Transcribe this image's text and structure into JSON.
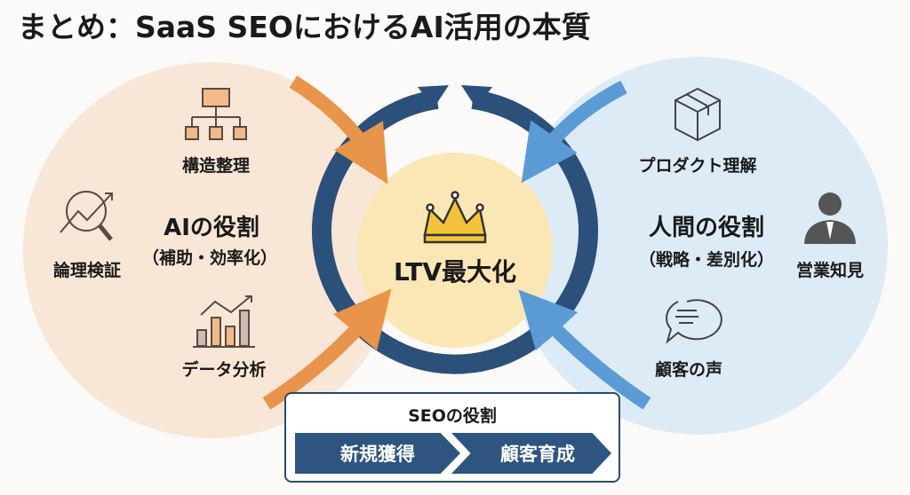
{
  "title": "まとめ：SaaS SEOにおけるAI活用の本質",
  "colors": {
    "ai_bg": "#f7e3d2",
    "human_bg": "#d9e9f5",
    "ring": "#2b5079",
    "orange": "#e8944a",
    "blue": "#5b9bd5",
    "center": "#fbe7b5"
  },
  "ai": {
    "role": "AIの役割",
    "sub": "（補助・効率化）",
    "items": [
      {
        "label": "構造整理",
        "icon": "hierarchy-icon"
      },
      {
        "label": "論理検証",
        "icon": "magnify-chart-icon"
      },
      {
        "label": "データ分析",
        "icon": "bar-chart-icon"
      }
    ]
  },
  "human": {
    "role": "人間の役割",
    "sub": "（戦略・差別化）",
    "items": [
      {
        "label": "プロダクト理解",
        "icon": "box-icon"
      },
      {
        "label": "営業知見",
        "icon": "businessperson-icon"
      },
      {
        "label": "顧客の声",
        "icon": "speech-bubble-icon"
      }
    ]
  },
  "center": {
    "label": "LTV最大化",
    "icon": "crown-icon"
  },
  "seo": {
    "title": "SEOの役割",
    "steps": [
      "新規獲得",
      "顧客育成"
    ]
  }
}
